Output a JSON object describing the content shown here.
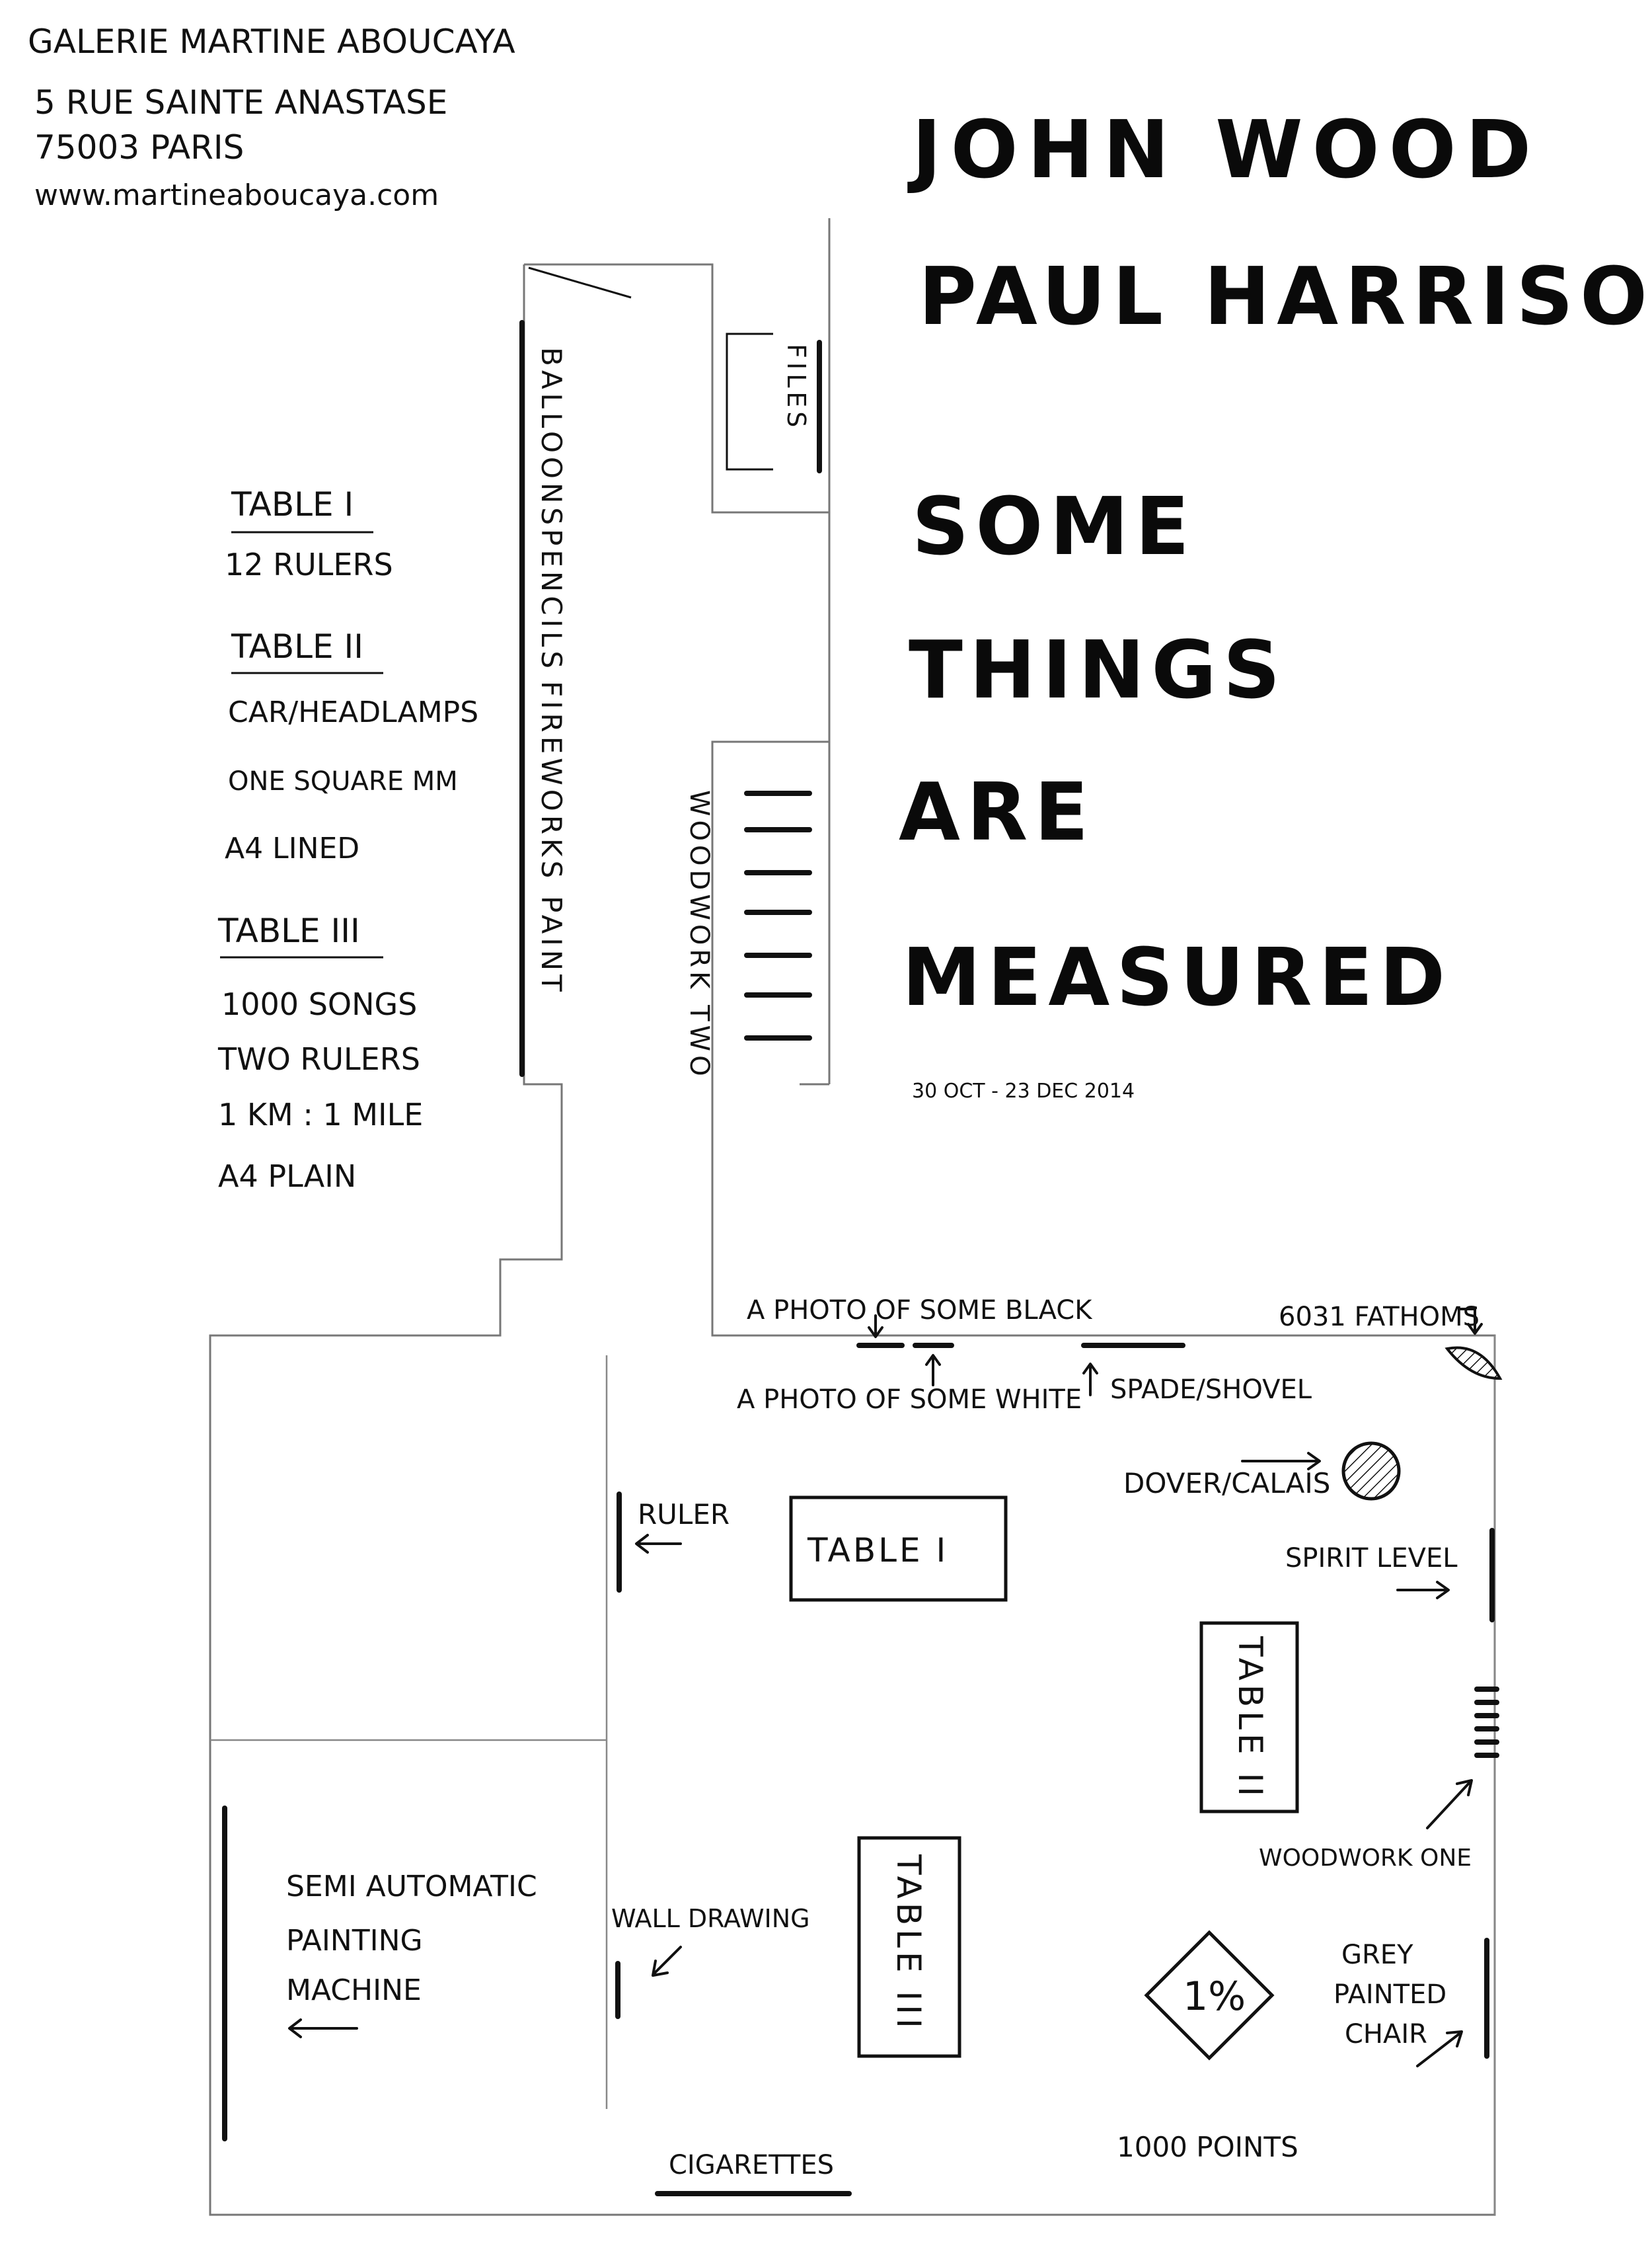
{
  "gallery": {
    "name": "GALERIE MARTINE ABOUCAYA",
    "street": "5 RUE SAINTE ANASTASE",
    "city": "75003 PARIS",
    "website": "www.martineaboucaya.com"
  },
  "title": {
    "artist1": "JOHN WOOD",
    "artist2": "PAUL HARRISON",
    "line1": "SOME",
    "line2": "THINGS",
    "line3": "ARE",
    "line4": "MEASURED",
    "dates": "30 OCT - 23 DEC 2014"
  },
  "legend": {
    "table1_heading": "TABLE I",
    "table1_items": [
      "12 RULERS"
    ],
    "table2_heading": "TABLE II",
    "table2_items": [
      "CAR/HEADLAMPS",
      "ONE SQUARE MM",
      "A4 LINED"
    ],
    "table3_heading": "TABLE III",
    "table3_items": [
      "1000 SONGS",
      "TWO RULERS",
      "1 KM : 1 MILE",
      "A4 PLAIN"
    ]
  },
  "corridor": {
    "balloons": "BALLOONS",
    "pencils": "PENCILS",
    "fireworks": "FIREWORKS",
    "paint": "PAINT",
    "files": "FILES",
    "woodwork_two": "WOODWORK TWO"
  },
  "room": {
    "photo_black": "A PHOTO OF SOME BLACK",
    "photo_white": "A PHOTO OF SOME WHITE",
    "spade": "SPADE/SHOVEL",
    "fathoms": "6031 FATHOMS",
    "dover": "DOVER/CALAIS",
    "ruler": "RULER",
    "table1": "TABLE I",
    "spirit_level": "SPIRIT LEVEL",
    "table2": "TABLE II",
    "woodwork_one": "WOODWORK ONE",
    "semi1": "SEMI AUTOMATIC",
    "semi2": "PAINTING",
    "semi3": "MACHINE",
    "wall_drawing": "WALL DRAWING",
    "table3": "TABLE III",
    "one_percent": "1%",
    "grey1": "GREY",
    "grey2": "PAINTED",
    "grey3": "CHAIR",
    "thousand_points": "1000 POINTS",
    "cigarettes": "CIGARETTES"
  },
  "colors": {
    "ink": "#111111",
    "wall": "#777777",
    "paper": "#ffffff"
  }
}
